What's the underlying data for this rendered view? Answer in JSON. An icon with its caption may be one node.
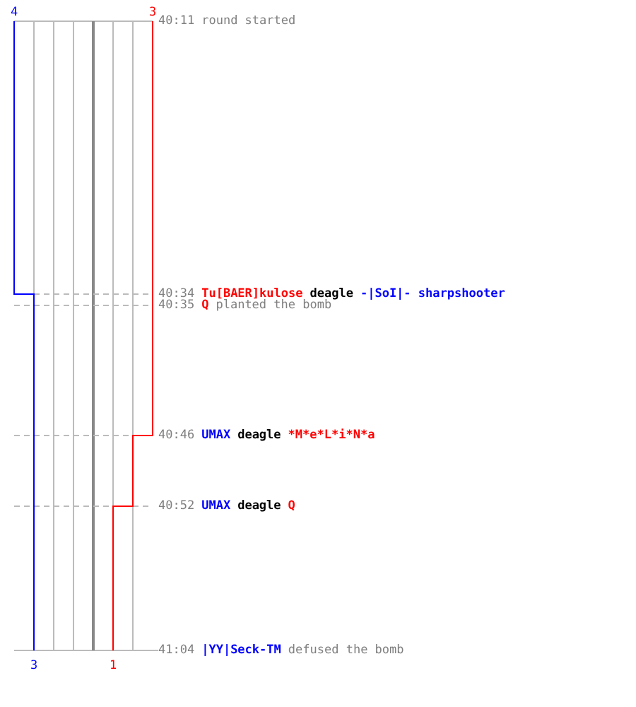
{
  "diagram": {
    "labels": [
      "4",
      "3",
      "40:11",
      "round started",
      "40:34",
      "Tu[BAER]kulose",
      "deagle",
      "-|SoI|- sharpshooter",
      "40:35",
      "Q",
      "planted the bomb",
      "40:46",
      "UMAX",
      "deagle",
      "*M*e*L*i*N*a",
      "40:52",
      "UMAX",
      "deagle",
      "Q",
      "3",
      "1",
      "41:04",
      "|YY|Seck-TM",
      "defused the bomb"
    ]
  }
}
